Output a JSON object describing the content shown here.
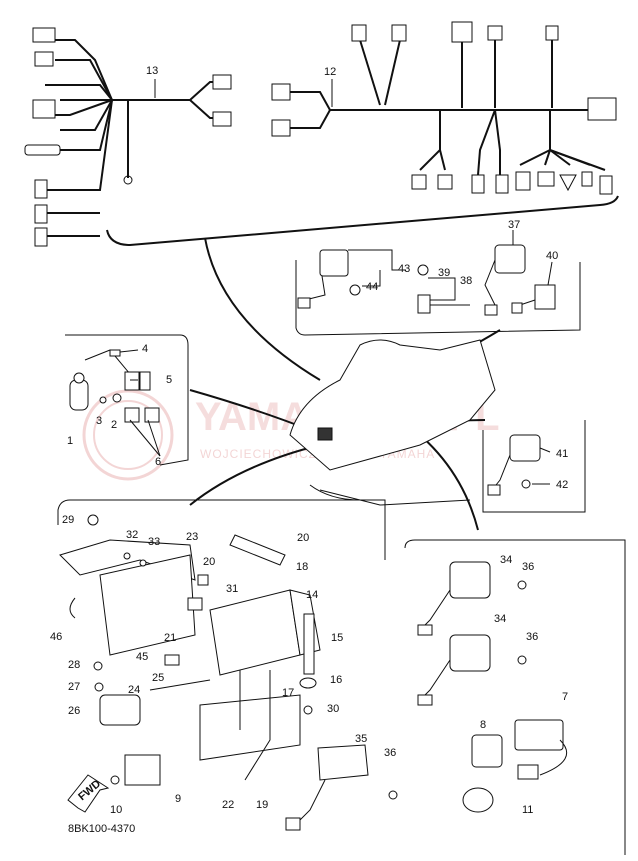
{
  "callouts": [
    {
      "id": "c1",
      "label": "1"
    },
    {
      "id": "c2",
      "label": "2"
    },
    {
      "id": "c3",
      "label": "3"
    },
    {
      "id": "c4",
      "label": "4"
    },
    {
      "id": "c5",
      "label": "5"
    },
    {
      "id": "c6",
      "label": "6"
    },
    {
      "id": "c7",
      "label": "7"
    },
    {
      "id": "c8",
      "label": "8"
    },
    {
      "id": "c9",
      "label": "9"
    },
    {
      "id": "c10",
      "label": "10"
    },
    {
      "id": "c11",
      "label": "11"
    },
    {
      "id": "c12",
      "label": "12"
    },
    {
      "id": "c13",
      "label": "13"
    },
    {
      "id": "c14",
      "label": "14"
    },
    {
      "id": "c15",
      "label": "15"
    },
    {
      "id": "c16",
      "label": "16"
    },
    {
      "id": "c17",
      "label": "17"
    },
    {
      "id": "c18",
      "label": "18"
    },
    {
      "id": "c19",
      "label": "19"
    },
    {
      "id": "c20a",
      "label": "20"
    },
    {
      "id": "c20b",
      "label": "20"
    },
    {
      "id": "c21",
      "label": "21"
    },
    {
      "id": "c22",
      "label": "22"
    },
    {
      "id": "c23",
      "label": "23"
    },
    {
      "id": "c24",
      "label": "24"
    },
    {
      "id": "c25",
      "label": "25"
    },
    {
      "id": "c26",
      "label": "26"
    },
    {
      "id": "c27",
      "label": "27"
    },
    {
      "id": "c28",
      "label": "28"
    },
    {
      "id": "c29",
      "label": "29"
    },
    {
      "id": "c30",
      "label": "30"
    },
    {
      "id": "c31",
      "label": "31"
    },
    {
      "id": "c32",
      "label": "32"
    },
    {
      "id": "c33",
      "label": "33"
    },
    {
      "id": "c34a",
      "label": "34"
    },
    {
      "id": "c34b",
      "label": "34"
    },
    {
      "id": "c35",
      "label": "35"
    },
    {
      "id": "c36a",
      "label": "36"
    },
    {
      "id": "c36b",
      "label": "36"
    },
    {
      "id": "c36c",
      "label": "36"
    },
    {
      "id": "c37",
      "label": "37"
    },
    {
      "id": "c38",
      "label": "38"
    },
    {
      "id": "c39",
      "label": "39"
    },
    {
      "id": "c40",
      "label": "40"
    },
    {
      "id": "c41",
      "label": "41"
    },
    {
      "id": "c42",
      "label": "42"
    },
    {
      "id": "c43",
      "label": "43"
    },
    {
      "id": "c44",
      "label": "44"
    },
    {
      "id": "c45",
      "label": "45"
    },
    {
      "id": "c46",
      "label": "46"
    }
  ],
  "diagram_code": "8BK100-4370",
  "fwd_label": "FWD",
  "watermark": {
    "main": "YAMASKLEP.PL",
    "sub": "WOJCIECHOWICZ  DEALER YAMAHA"
  }
}
